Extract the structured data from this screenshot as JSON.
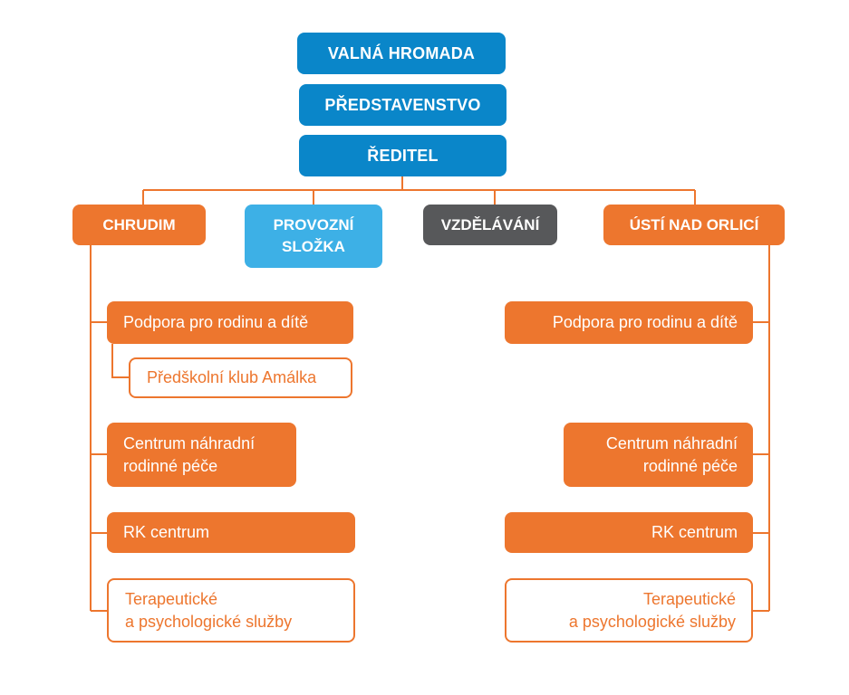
{
  "top": {
    "valna_hromada": "VALNÁ HROMADA",
    "predstavenstvo": "PŘEDSTAVENSTVO",
    "reditel": "ŘEDITEL"
  },
  "branches": {
    "chrudim": "CHRUDIM",
    "provozni": "PROVOZNÍ\nSLOŽKA",
    "vzdelavani": "VZDĚLÁVÁNÍ",
    "usti": "ÚSTÍ NAD ORLICÍ"
  },
  "chrudim_items": {
    "podpora": "Podpora pro rodinu a dítě",
    "klub": "Předškolní klub Amálka",
    "centrum": "Centrum náhradní\nrodinné péče",
    "rk": "RK centrum",
    "terapeuticke": "Terapeutické\na psychologické služby"
  },
  "usti_items": {
    "podpora": "Podpora pro rodinu a dítě",
    "centrum": "Centrum náhradní\nrodinné péče",
    "rk": "RK centrum",
    "terapeuticke": "Terapeutické\na psychologické služby"
  },
  "colors": {
    "blue_dark": "#0a86c9",
    "blue_light": "#3db0e6",
    "gray": "#57585a",
    "orange": "#ed762e"
  }
}
